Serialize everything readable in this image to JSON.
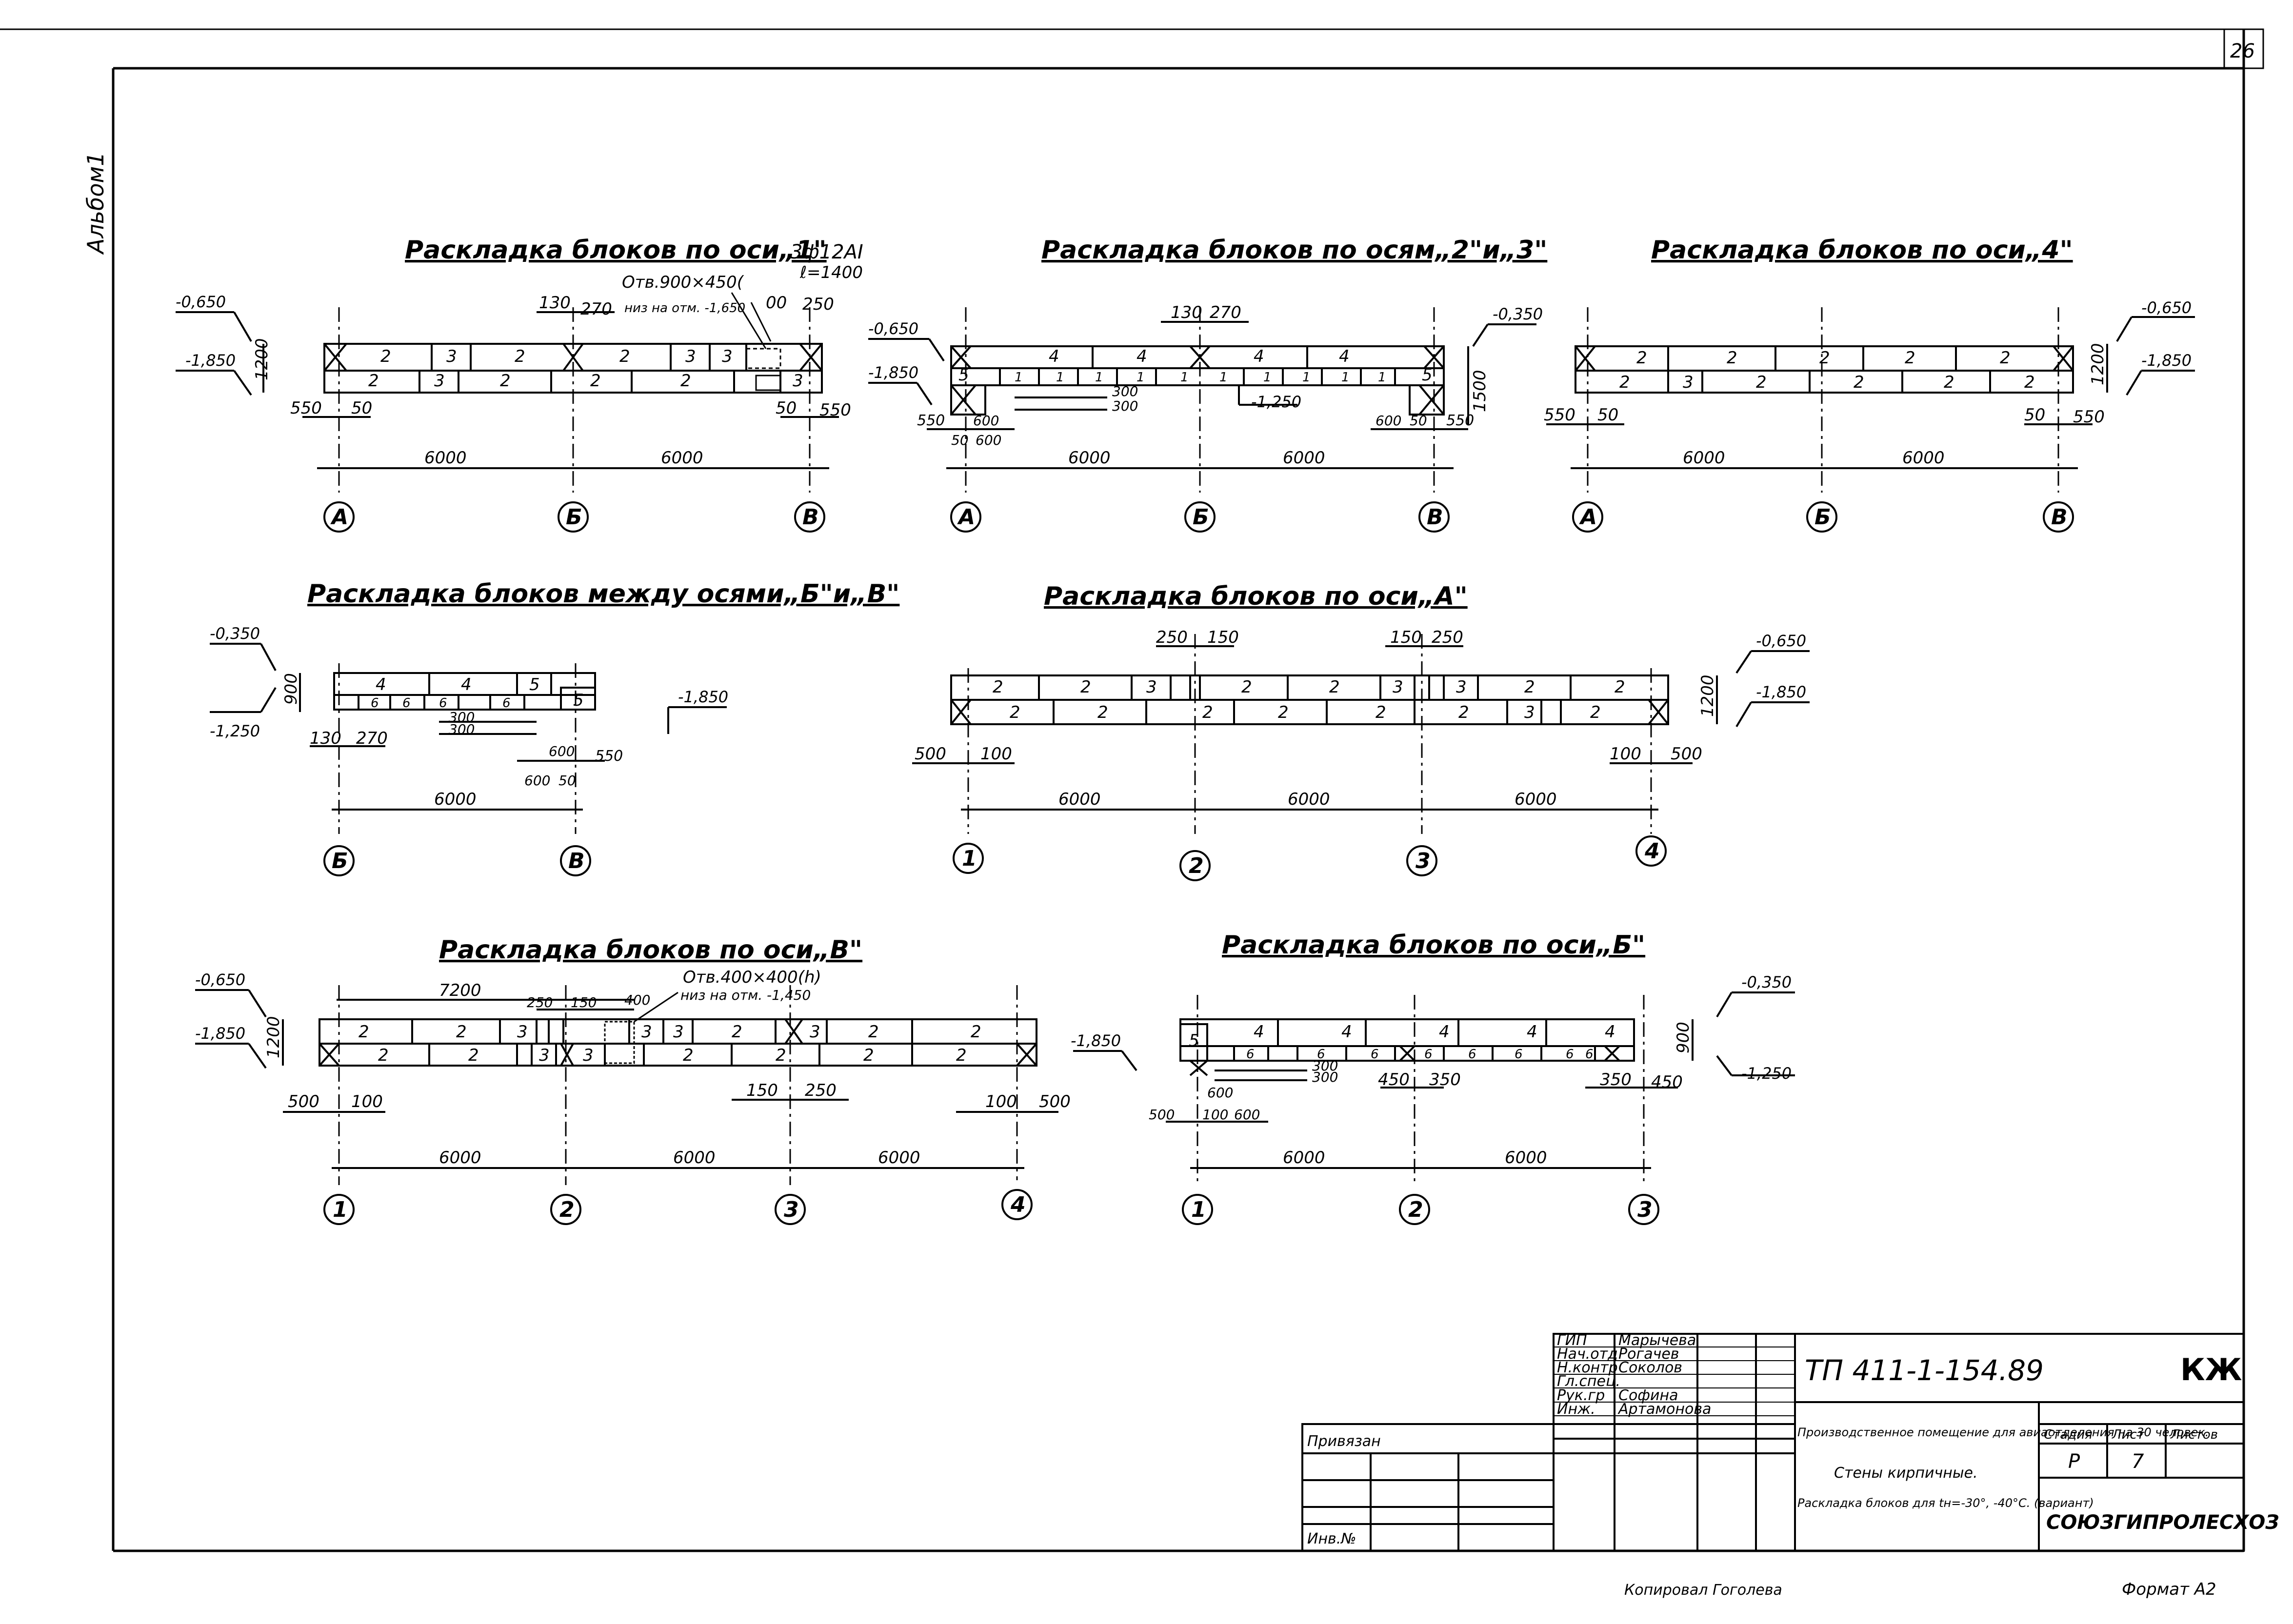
{
  "page": {
    "number": "26",
    "album": "Альбом1"
  },
  "drawings": {
    "axis1": {
      "title": "Раскладка блоков по оси„1\"",
      "note1": "Отв.900×450(",
      "note2": "низ на отм. -1,650",
      "rebar1": "3ф12АI",
      "rebar2": "ℓ=1400",
      "levels": [
        "-0,650",
        "-1,850"
      ],
      "height": "1200",
      "dims": [
        "130",
        "270",
        "00",
        "250",
        "550",
        "50",
        "50",
        "550",
        "6000",
        "6000"
      ],
      "top_row": [
        "2",
        "3",
        "2",
        "2",
        "3",
        "3"
      ],
      "bottom_row": [
        "2",
        "3",
        "2",
        "2",
        "2",
        "3"
      ],
      "axes": [
        "А",
        "Б",
        "В"
      ]
    },
    "axis23": {
      "title": "Раскладка блоков по осям„2\"и„3\"",
      "levels": [
        "-0,650",
        "-1,850",
        "-0,350",
        "-1,250"
      ],
      "height": "1500",
      "dims": [
        "130",
        "270",
        "300",
        "300",
        "550",
        "50",
        "600",
        "600",
        "50",
        "550",
        "600",
        "6000",
        "6000"
      ],
      "top_row": [
        "4",
        "4",
        "4",
        "4"
      ],
      "side_blocks": [
        "5",
        "5"
      ],
      "mid_row": [
        "1",
        "1",
        "1",
        "1",
        "1",
        "1",
        "1",
        "1",
        "1",
        "1"
      ],
      "axes": [
        "А",
        "Б",
        "В"
      ]
    },
    "axis4": {
      "title": "Раскладка блоков по оси„4\"",
      "levels": [
        "-0,650",
        "-1,850"
      ],
      "height": "1200",
      "dims": [
        "550",
        "50",
        "50",
        "550",
        "6000",
        "6000"
      ],
      "top_row": [
        "2",
        "2",
        "2",
        "2",
        "2"
      ],
      "bottom_row": [
        "2",
        "3",
        "2",
        "2",
        "2",
        "2"
      ],
      "axes": [
        "А",
        "Б",
        "В"
      ]
    },
    "betweenBV": {
      "title": "Раскладка блоков между осями„Б\"и„В\"",
      "levels": [
        "-0,350",
        "-1,250",
        "-1,850"
      ],
      "height": "900",
      "dims": [
        "130",
        "270",
        "300",
        "300",
        "600",
        "550",
        "600",
        "50",
        "6000"
      ],
      "top_row": [
        "4",
        "4",
        "5"
      ],
      "bottom_row": [
        "6",
        "6",
        "6",
        "6",
        "5"
      ],
      "axes": [
        "Б",
        "В"
      ]
    },
    "axisA": {
      "title": "Раскладка блоков по оси„А\"",
      "levels": [
        "-0,650",
        "-1,850"
      ],
      "height": "1200",
      "dims": [
        "250",
        "150",
        "150",
        "250",
        "500",
        "100",
        "100",
        "500",
        "6000",
        "6000",
        "6000"
      ],
      "top_row": [
        "2",
        "2",
        "3",
        "2",
        "2",
        "3",
        "3",
        "2",
        "2"
      ],
      "bottom_row": [
        "2",
        "2",
        "2",
        "2",
        "2",
        "2",
        "3",
        "2"
      ],
      "axes": [
        "1",
        "2",
        "3",
        "4"
      ]
    },
    "axisV": {
      "title": "Раскладка блоков по оси„В\"",
      "note1": "Отв.400×400(h)",
      "note2": "низ на отм. -1,450",
      "levels": [
        "-0,650",
        "-1,850"
      ],
      "height": "1200",
      "dims": [
        "7200",
        "250",
        "150",
        "400",
        "500",
        "100",
        "150",
        "250",
        "100",
        "500",
        "6000",
        "6000",
        "6000"
      ],
      "top_row": [
        "2",
        "2",
        "3",
        "3",
        "3",
        "2",
        "3",
        "2",
        "2"
      ],
      "bottom_row": [
        "2",
        "2",
        "3",
        "3",
        "2",
        "2",
        "2",
        "2"
      ],
      "axes": [
        "1",
        "2",
        "3",
        "4"
      ]
    },
    "axisB": {
      "title": "Раскладка блоков по оси„Б\"",
      "levels": [
        "-0,350",
        "-1,250",
        "-1,850"
      ],
      "height": "900",
      "dims": [
        "300",
        "300",
        "600",
        "500",
        "100",
        "600",
        "450",
        "350",
        "350",
        "450",
        "6000",
        "6000"
      ],
      "top_row": [
        "4",
        "4",
        "4",
        "4",
        "4"
      ],
      "side_block": "5",
      "bottom_row": [
        "6",
        "6",
        "6",
        "6",
        "6",
        "6",
        "6",
        "6"
      ],
      "axes": [
        "1",
        "2",
        "3"
      ]
    }
  },
  "title_block": {
    "roles": [
      "ГИП",
      "Нач.отд",
      "Н.контр",
      "Гл.спец.",
      "Рук.гр",
      "Инж."
    ],
    "names": [
      "Марычева",
      "Рогачев",
      "Соколов",
      "",
      "Софина",
      "Артамонова"
    ],
    "code": "ТП 411-1-154.89",
    "mark": "КЖ",
    "desc1": "Производственное помещение для авиаотделения на 30 человек.",
    "desc2": "Стены кирпичные.",
    "desc3": "Раскладка блоков для tн=-30°, -40°С. (вариант)",
    "col_stage": "Стадия",
    "col_sheet": "Лист",
    "col_sheets": "Листов",
    "stage": "Р",
    "sheet": "7",
    "org": "СОЮЗГИПРОЛЕСХОЗ",
    "privyazan": "Привязан",
    "inv": "Инв.№"
  },
  "footer": {
    "copied": "Копировал Гоголева",
    "format": "Формат А2"
  }
}
